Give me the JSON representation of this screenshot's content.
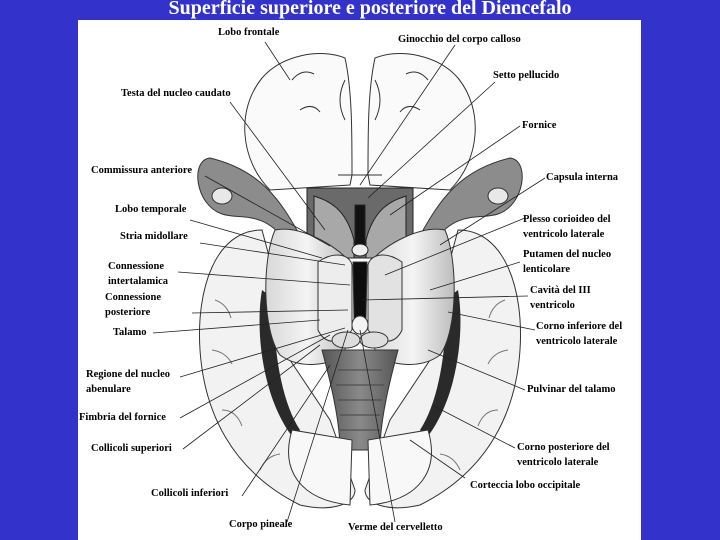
{
  "title": "Superficie superiore  e posteriore del Diencefalo",
  "colors": {
    "background": "#3333cc",
    "panel": "#ffffff",
    "label_text": "#000000",
    "title_text": "#ffffff"
  },
  "labels": {
    "lobo_frontale": "Lobo frontale",
    "ginocchio": "Ginocchio del corpo calloso",
    "setto": "Setto pellucido",
    "testa_caudato": "Testa del nucleo caudato",
    "fornice": "Fornice",
    "commissura": "Commissura anteriore",
    "capsula": "Capsula interna",
    "lobo_temporale": "Lobo temporale",
    "plesso_1": "Plesso corioideo del",
    "plesso_2": "ventricolo laterale",
    "stria": "Stria midollare",
    "putamen_1": "Putamen del nucleo",
    "putamen_2": "lenticolare",
    "conn_inter_1": "Connessione",
    "conn_inter_2": "intertalamica",
    "cavita_1": "Cavità del III",
    "cavita_2": "ventricolo",
    "conn_post_1": "Connessione",
    "conn_post_2": "posteriore",
    "corno_inf_1": "Corno inferiore del",
    "corno_inf_2": "ventricolo laterale",
    "talamo": "Talamo",
    "regione_1": "Regione del nucleo",
    "regione_2": "abenulare",
    "pulvinar": "Pulvinar del talamo",
    "fimbria": "Fimbria del fornice",
    "coll_sup": "Collicoli superiori",
    "corno_post_1": "Corno posteriore del",
    "corno_post_2": "ventricolo laterale",
    "corteccia": "Corteccia lobo occipitale",
    "coll_inf": "Collicoli inferiori",
    "corpo_pineale": "Corpo pineale",
    "verme": "Verme del cervelletto"
  }
}
